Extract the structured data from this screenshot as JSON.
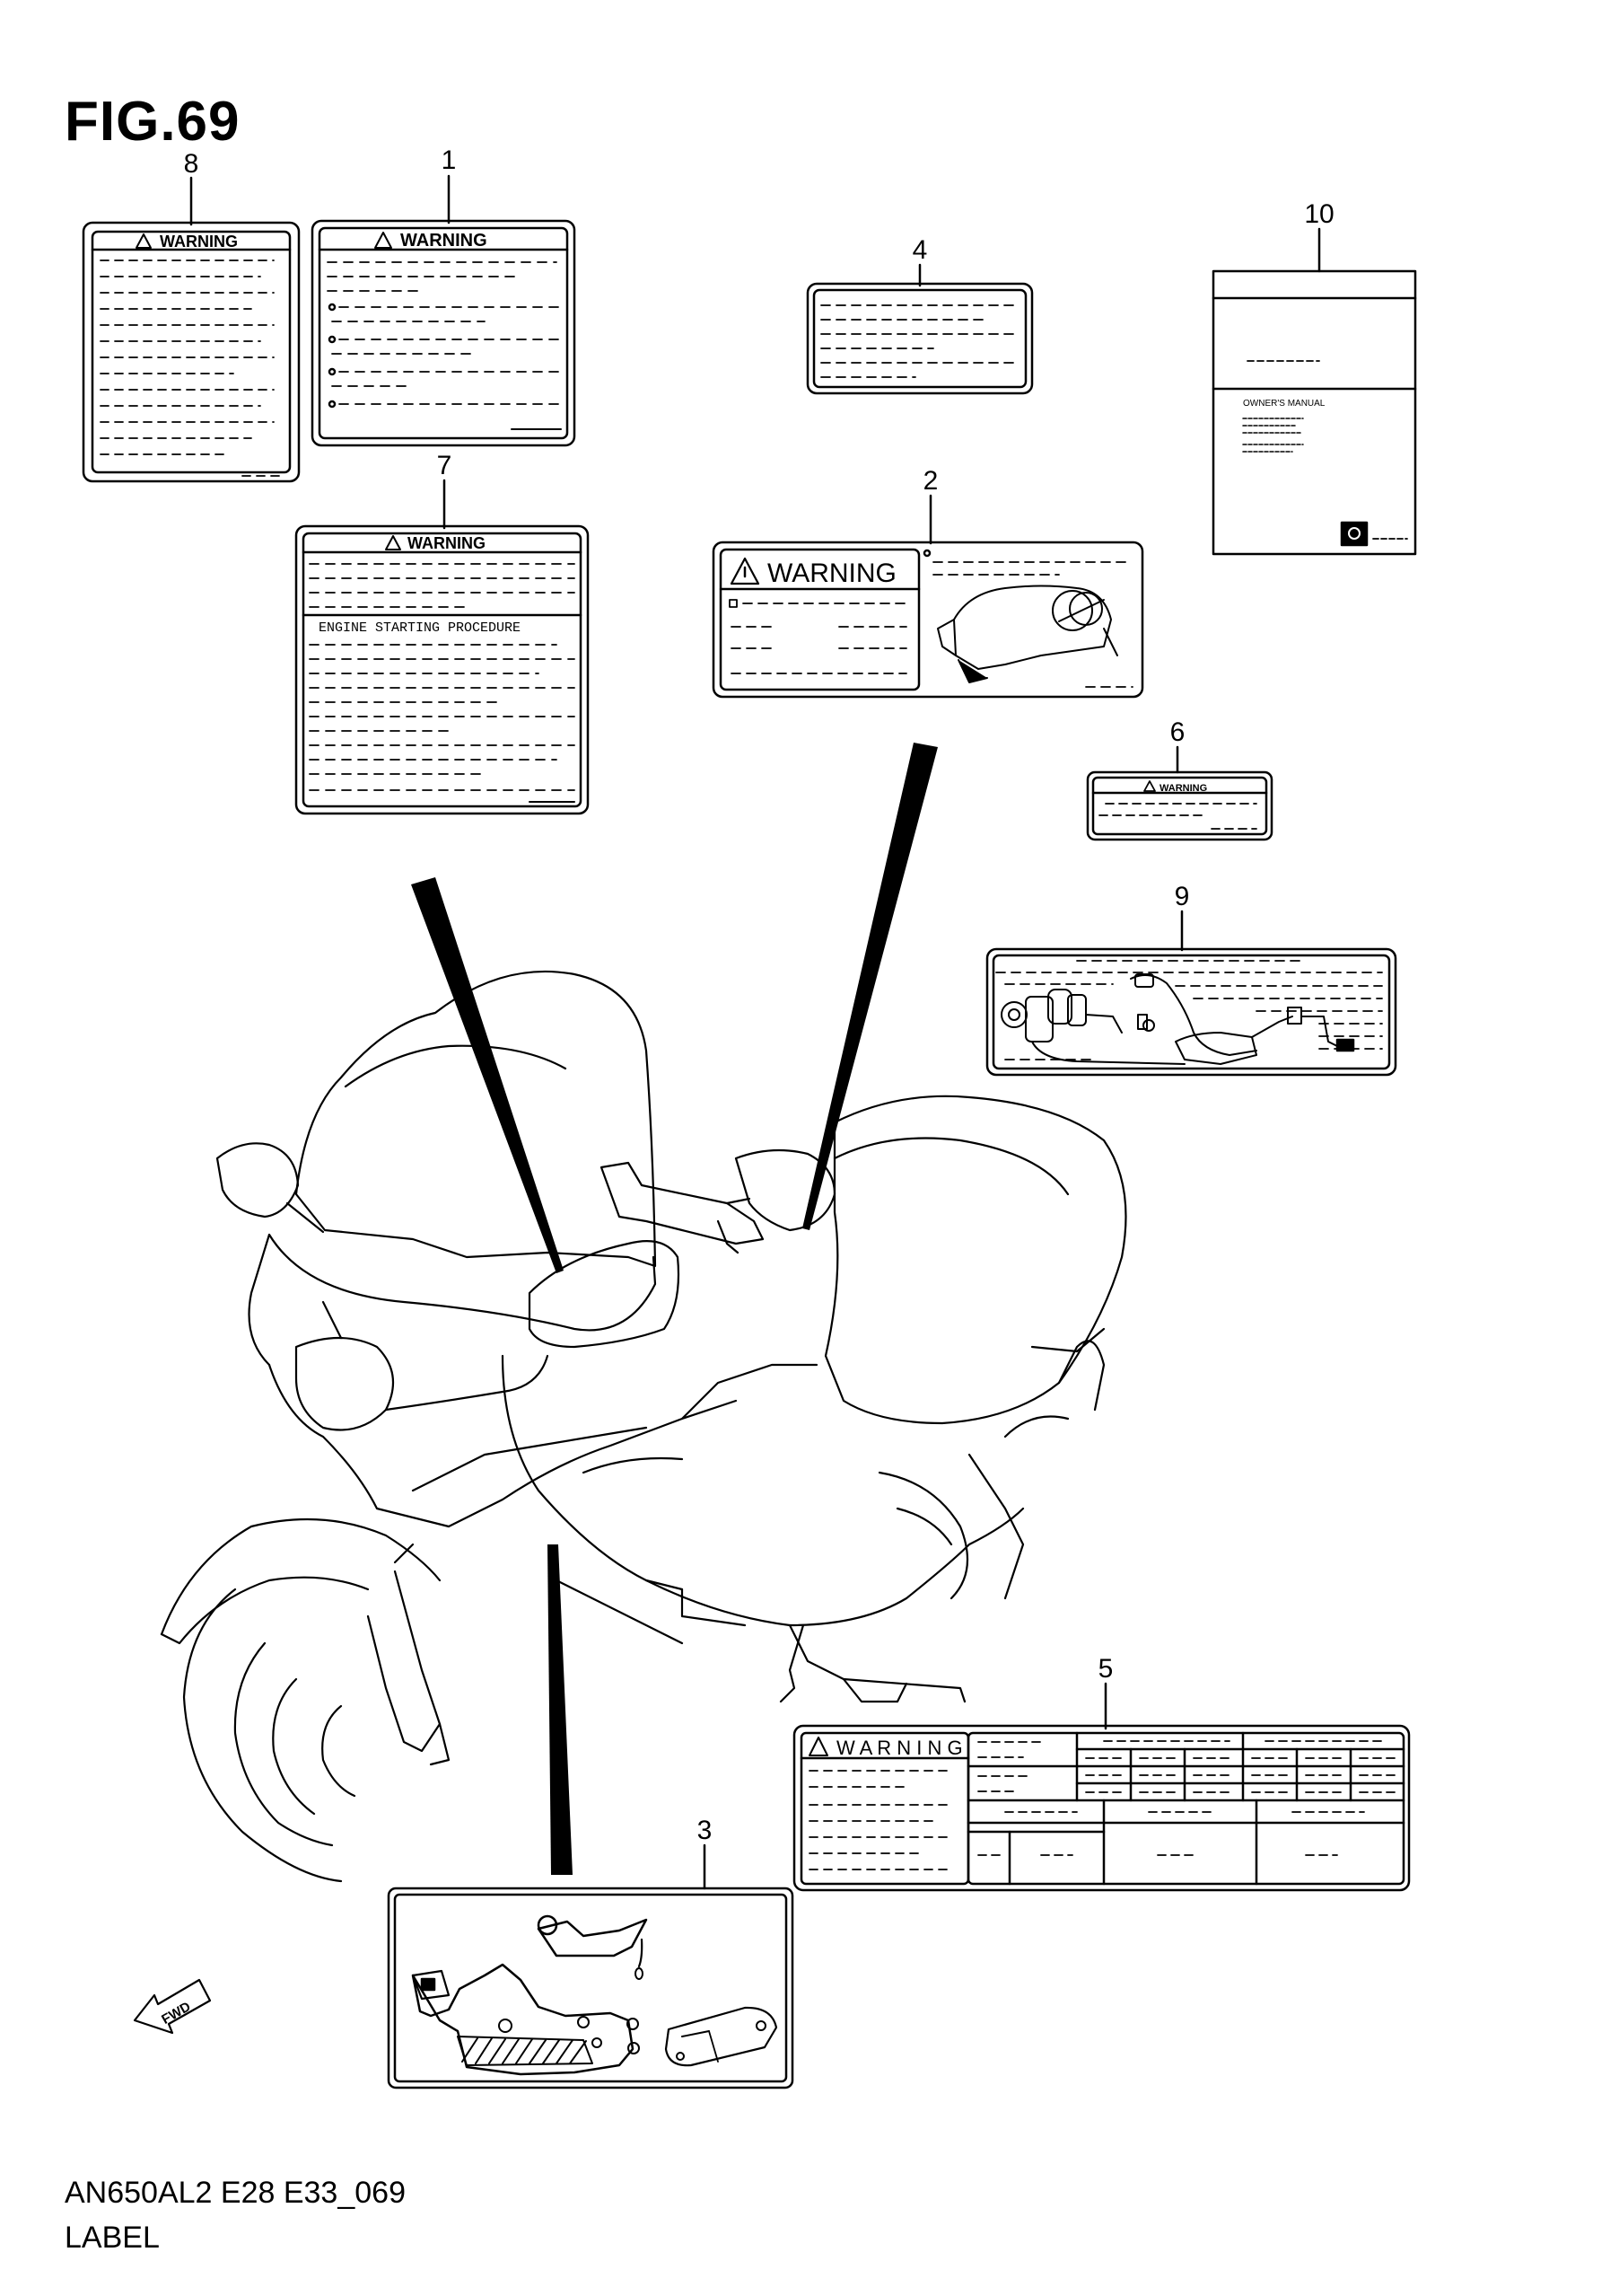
{
  "figure": {
    "title": "FIG.69"
  },
  "footer": {
    "code": "AN650AL2 E28 E33_069",
    "name": "LABEL"
  },
  "callouts": [
    "1",
    "2",
    "3",
    "4",
    "5",
    "6",
    "7",
    "8",
    "9",
    "10"
  ],
  "labels": {
    "warning": "WARNING",
    "warning_spaced": "W A R N I N G",
    "engine_starting": "ENGINE STARTING PROCEDURE",
    "owners_manual": "OWNER'S MANUAL",
    "fwd": "FWD"
  }
}
